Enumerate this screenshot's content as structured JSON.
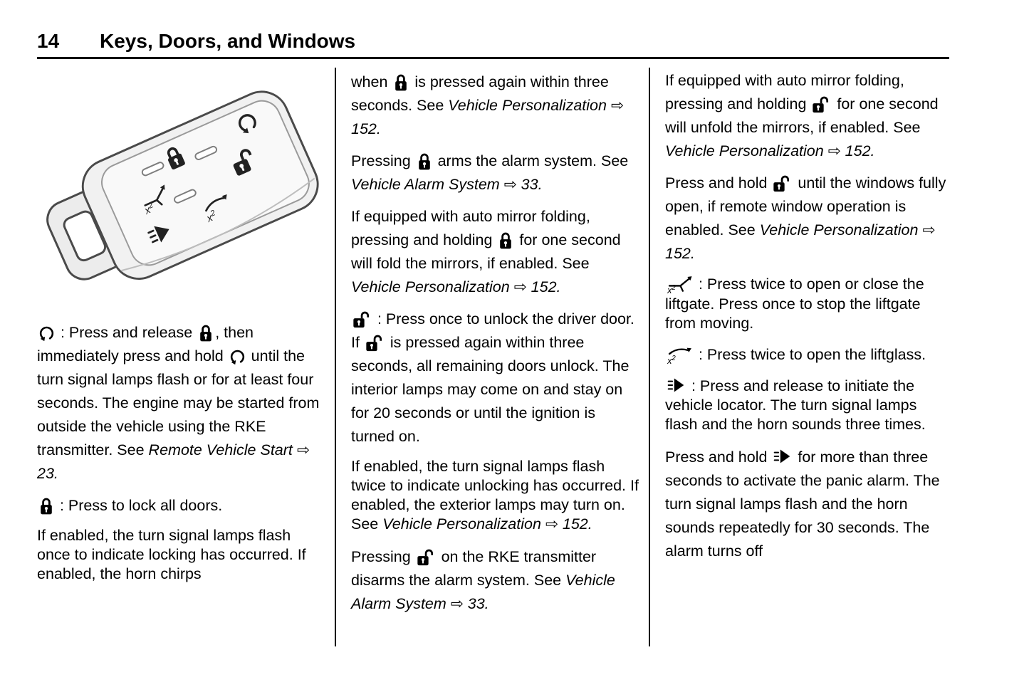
{
  "header": {
    "page_number": "14",
    "title": "Keys, Doors, and Windows"
  },
  "icons": {
    "remote_start": "remote-start-icon",
    "lock": "lock-icon",
    "unlock": "unlock-icon",
    "liftgate_x2": "liftgate-x2-icon",
    "liftglass_x2": "liftglass-x2-icon",
    "panic": "panic-alarm-icon",
    "key_fob": "key-fob-illustration"
  },
  "col1": {
    "p1": {
      "s1": " : Press and release ",
      "s2": ", then immediately press and hold ",
      "s3": " until the turn signal lamps flash or for at least four seconds. The engine may be started from outside the vehicle using the RKE transmitter. See ",
      "ref": "Remote Vehicle Start ⇨ 23."
    },
    "p2": {
      "s1": " : Press to lock all doors."
    },
    "p3": {
      "s1": "If enabled, the turn signal lamps flash once to indicate locking has occurred. If enabled, the horn chirps"
    }
  },
  "col2": {
    "p1": {
      "s1": "when ",
      "s2": " is pressed again within three seconds. See ",
      "ref": "Vehicle Personalization ⇨ 152."
    },
    "p2": {
      "s1": "Pressing ",
      "s2": " arms the alarm system. See ",
      "ref": "Vehicle Alarm System ⇨ 33."
    },
    "p3": {
      "s1": "If equipped with auto mirror folding, pressing and holding ",
      "s2": " for one second will fold the mirrors, if enabled. See ",
      "ref": "Vehicle Personalization ⇨ 152."
    },
    "p4": {
      "s1": " : Press once to unlock the driver door. If ",
      "s2": " is pressed again within three seconds, all remaining doors unlock. The interior lamps may come on and stay on for 20 seconds or until the ignition is turned on."
    },
    "p5": {
      "s1": "If enabled, the turn signal lamps flash twice to indicate unlocking has occurred. If enabled, the exterior lamps may turn on. See ",
      "ref": "Vehicle Personalization ⇨ 152."
    },
    "p6": {
      "s1": "Pressing ",
      "s2": " on the RKE transmitter disarms the alarm system. See ",
      "ref": "Vehicle Alarm System ⇨ 33."
    }
  },
  "col3": {
    "p1": {
      "s1": "If equipped with auto mirror folding, pressing and holding ",
      "s2": " for one second will unfold the mirrors, if enabled. See ",
      "ref": "Vehicle Personalization ⇨ 152."
    },
    "p2": {
      "s1": "Press and hold ",
      "s2": " until the windows fully open, if remote window operation is enabled. See ",
      "ref": "Vehicle Personalization ⇨ 152."
    },
    "p3": {
      "s1": " : Press twice to open or close the liftgate. Press once to stop the liftgate from moving."
    },
    "p4": {
      "s1": " : Press twice to open the liftglass."
    },
    "p5": {
      "s1": " : Press and release to initiate the vehicle locator. The turn signal lamps flash and the horn sounds three times."
    },
    "p6": {
      "s1": "Press and hold ",
      "s2": " for more than three seconds to activate the panic alarm. The turn signal lamps flash and the horn sounds repeatedly for 30 seconds. The alarm turns off"
    }
  }
}
